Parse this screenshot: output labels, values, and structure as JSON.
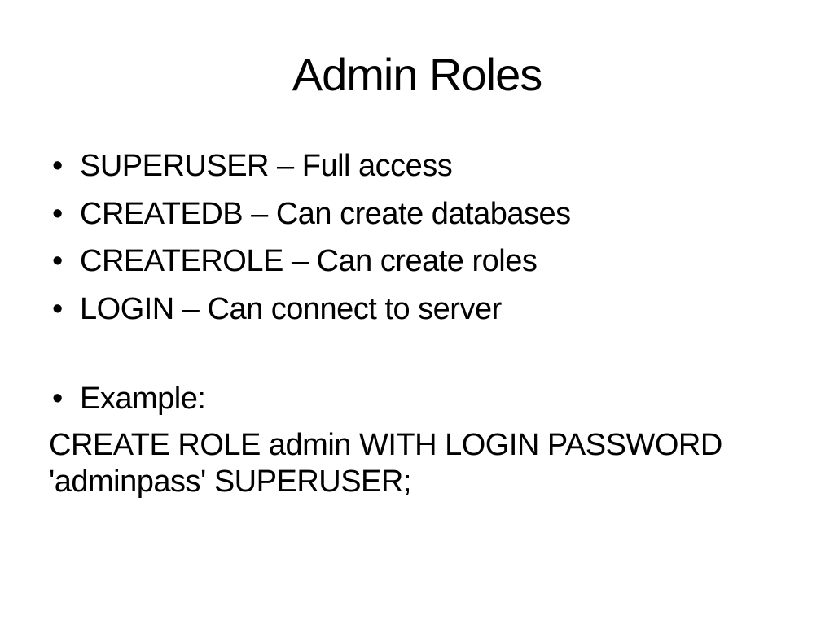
{
  "slide": {
    "title": "Admin Roles",
    "bullet_char": "•",
    "bullets": [
      "SUPERUSER – Full access",
      "CREATEDB – Can create databases",
      "CREATEROLE – Can create roles",
      "LOGIN – Can connect to server"
    ],
    "example_label": "Example:",
    "code": "CREATE ROLE admin WITH LOGIN PASSWORD\n'adminpass' SUPERUSER;",
    "colors": {
      "background": "#ffffff",
      "text": "#000000"
    }
  }
}
